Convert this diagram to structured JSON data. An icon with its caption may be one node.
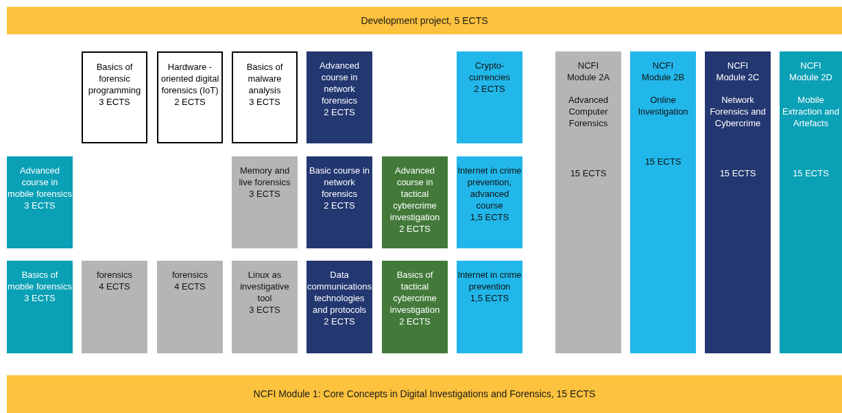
{
  "diagram": {
    "nodes": [
      {
        "text": [
          "Development project, 5 ECTS"
        ]
      },
      {
        "text": [
          "Basics of forensic programming",
          "3 ECTS"
        ]
      },
      {
        "text": [
          "Hardware -oriented digital forensics (IoT)",
          "2 ECTS"
        ]
      },
      {
        "text": [
          "Basics of malware analysis",
          "3 ECTS"
        ]
      },
      {
        "text": [
          "Advanced course in network forensics",
          "2 ECTS"
        ]
      },
      {
        "text": [
          "Crypto- currencies",
          "2 ECTS"
        ]
      },
      {
        "text": [
          "NCFI Module 2A",
          "Advanced Computer Forensics",
          "15 ECTS"
        ]
      },
      {
        "text": [
          "NCFI Module 2B",
          "Online Investigation",
          "15 ECTS"
        ]
      },
      {
        "text": [
          "NCFI Module 2C",
          "Network Forensics and Cybercrime",
          "15 ECTS"
        ]
      },
      {
        "text": [
          "NCFI Module 2D",
          "Mobile Extraction and Artefacts",
          "15 ECTS"
        ]
      },
      {
        "text": [
          "Advanced course in mobile forensics",
          "3 ECTS"
        ]
      },
      {
        "text": [
          "Memory and live forensics",
          "3 ECTS"
        ]
      },
      {
        "text": [
          "Basic course in network forensics",
          "2 ECTS"
        ]
      },
      {
        "text": [
          "Advanced course in tactical cybercrime investigation",
          "2 ECTS"
        ]
      },
      {
        "text": [
          "Internet in crime prevention, advanced course",
          "1,5 ECTS"
        ]
      },
      {
        "text": [
          "Basics of mobile forensics",
          "3 ECTS"
        ]
      },
      {
        "text": [
          "forensics",
          "4 ECTS"
        ]
      },
      {
        "text": [
          "forensics",
          "4 ECTS"
        ]
      },
      {
        "text": [
          "Linux as investigative tool",
          "3 ECTS"
        ]
      },
      {
        "text": [
          "Data communications technologies and protocols",
          "2 ECTS"
        ]
      },
      {
        "text": [
          "Basics of tactical cybercrime investigation",
          "2 ECTS"
        ]
      },
      {
        "text": [
          "Internet in crime prevention",
          "1,5 ECTS"
        ]
      },
      {
        "text": [
          "NCFI Module 1: Core Concepts in Digital Investigations and Forensics, 15 ECTS"
        ]
      }
    ]
  }
}
